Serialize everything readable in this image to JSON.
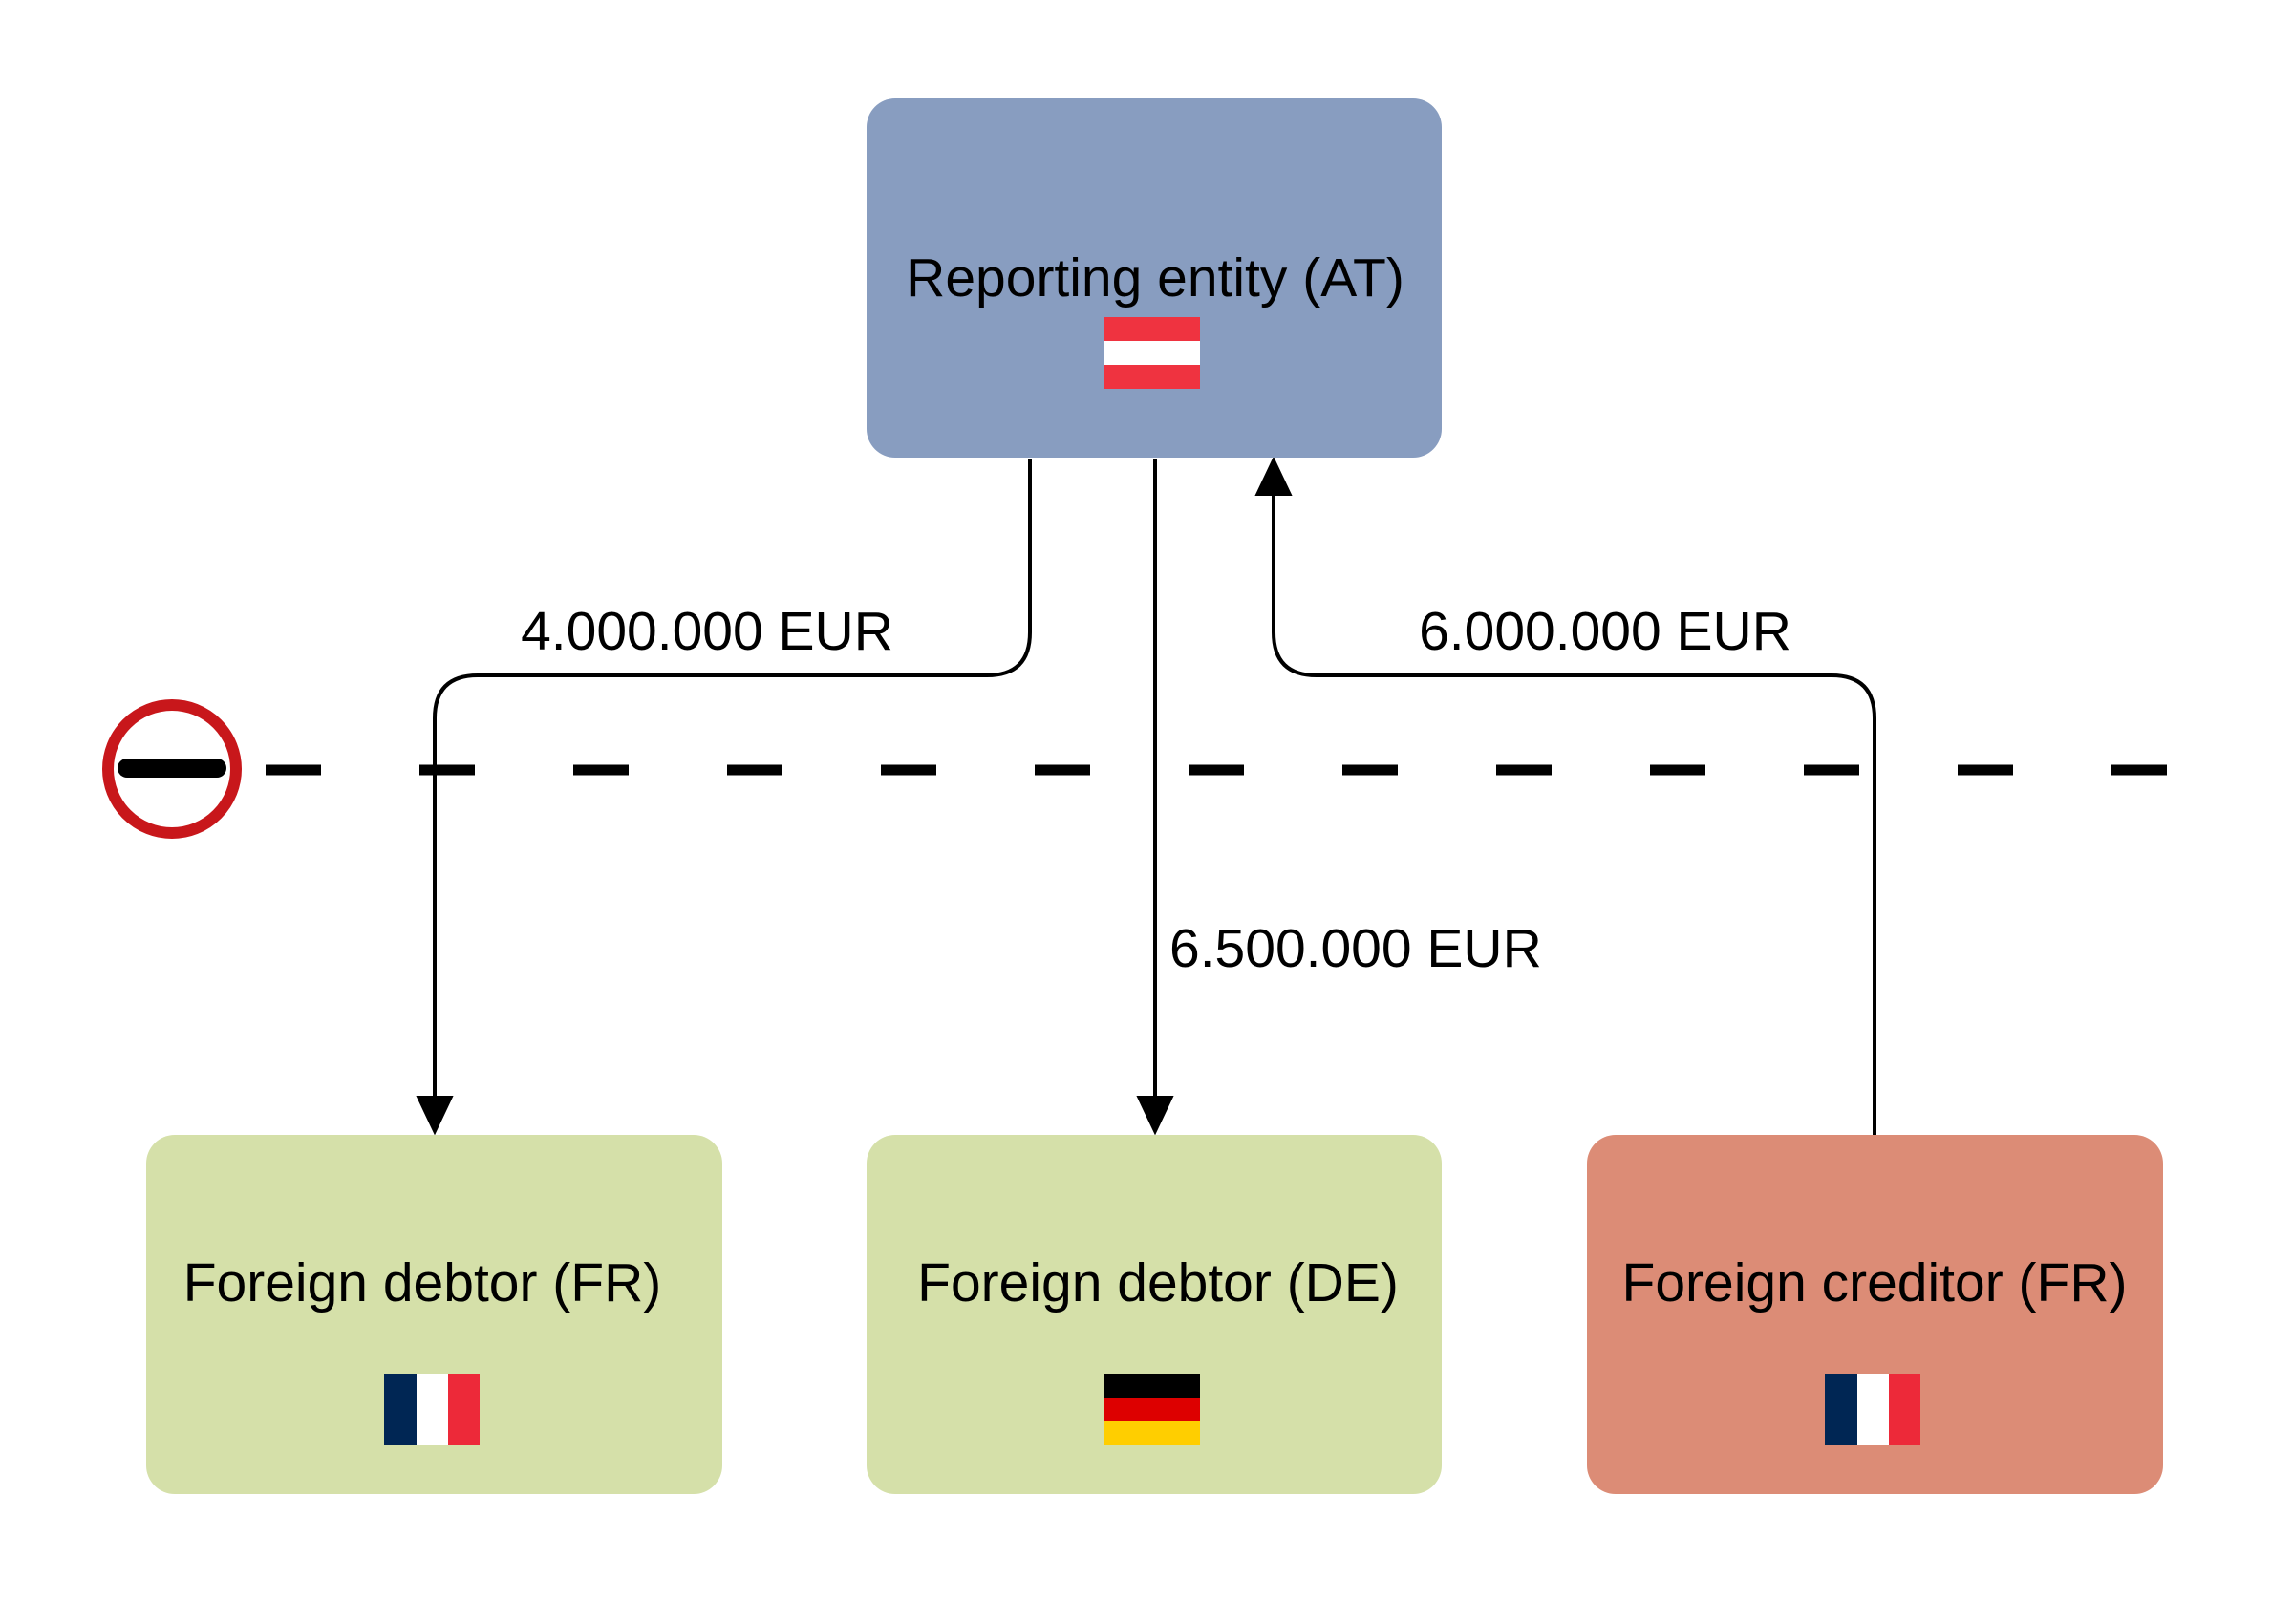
{
  "nodes": {
    "reporting_entity": {
      "label": "Reporting entity (AT)",
      "flag": "Austria",
      "fill": "#889DC0"
    },
    "debtor_fr": {
      "label": "Foreign debtor (FR)",
      "flag": "France",
      "fill": "#D5E0A9"
    },
    "debtor_de": {
      "label": "Foreign debtor (DE)",
      "flag": "Germany",
      "fill": "#D5E0A9"
    },
    "creditor_fr": {
      "label": "Foreign creditor (FR)",
      "flag": "France",
      "fill": "#DC8C76"
    }
  },
  "edges": {
    "to_debtor_fr": {
      "label": "4.000.000 EUR",
      "from": "reporting_entity",
      "to": "debtor_fr"
    },
    "to_debtor_de": {
      "label": "6.500.000 EUR",
      "from": "reporting_entity",
      "to": "debtor_de"
    },
    "from_creditor_fr": {
      "label": "6.000.000 EUR",
      "from": "creditor_fr",
      "to": "reporting_entity"
    }
  },
  "border": {
    "icon": "no-entry-icon",
    "style": "dashed"
  },
  "flag_colors": {
    "austria": [
      "#EF3340",
      "#FFFFFF",
      "#EF3340"
    ],
    "france": [
      "#002654",
      "#FFFFFF",
      "#ED2939"
    ],
    "germany": [
      "#000000",
      "#DD0000",
      "#FFCE00"
    ]
  },
  "colors": {
    "line": "#000000",
    "no_entry_ring": "#C8171B"
  }
}
